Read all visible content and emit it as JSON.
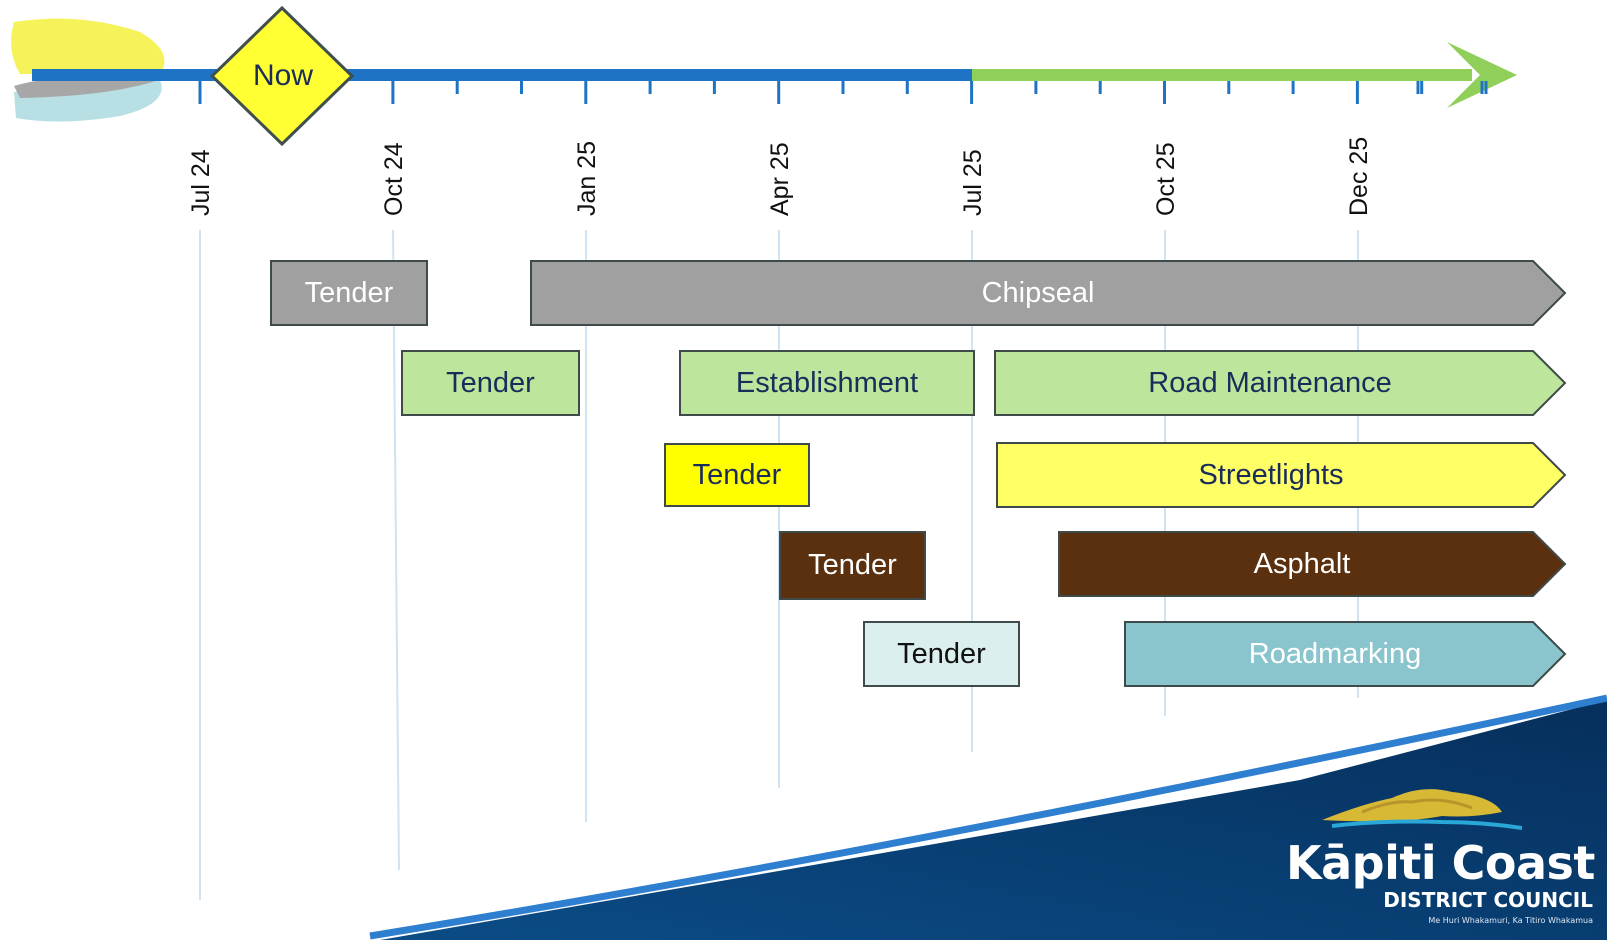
{
  "now_label": "Now",
  "timeline": {
    "past_color": "#1f73c4",
    "future_color": "#8fcf5a",
    "ticks": [
      "Jul 24",
      "Oct 24",
      "Jan 25",
      "Apr 25",
      "Jul 25",
      "Oct 25",
      "Dec 25"
    ]
  },
  "bars": [
    {
      "label": "Tender",
      "fill": "#a0a0a0",
      "text": "#ffffff",
      "arrow": false
    },
    {
      "label": "Chipseal",
      "fill": "#a0a0a0",
      "text": "#ffffff",
      "arrow": true
    },
    {
      "label": "Tender",
      "fill": "#bde59b",
      "text": "#1a2c5a",
      "arrow": false
    },
    {
      "label": "Establishment",
      "fill": "#bde59b",
      "text": "#1a2c5a",
      "arrow": false
    },
    {
      "label": "Road Maintenance",
      "fill": "#bde59b",
      "text": "#1a2c5a",
      "arrow": true
    },
    {
      "label": "Tender",
      "fill": "#ffff00",
      "text": "#1a2c5a",
      "arrow": false
    },
    {
      "label": "Streetlights",
      "fill": "#ffff66",
      "text": "#1a2c5a",
      "arrow": true
    },
    {
      "label": "Tender",
      "fill": "#5a300f",
      "text": "#ffffff",
      "arrow": false
    },
    {
      "label": "Asphalt",
      "fill": "#5a300f",
      "text": "#ffffff",
      "arrow": true
    },
    {
      "label": "Tender",
      "fill": "#dcefef",
      "text": "#111111",
      "arrow": false
    },
    {
      "label": "Roadmarking",
      "fill": "#8ac4cc",
      "text": "#ffffff",
      "arrow": true
    }
  ],
  "logo": {
    "title": "Kāpiti Coast",
    "subtitle": "DISTRICT COUNCIL",
    "motto": "Me Huri Whakamuri, Ka Titiro Whakamua",
    "primary_color": "#073a70"
  }
}
